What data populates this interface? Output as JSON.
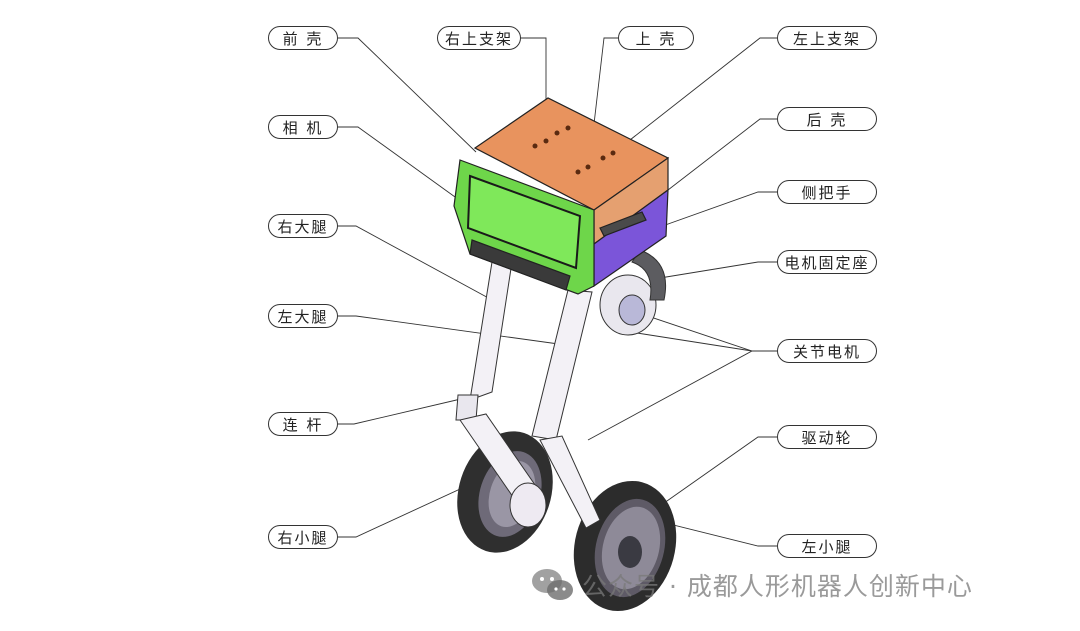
{
  "diagram": {
    "type": "exploded-component-callout",
    "subject": "wheel-legged robot",
    "labels": {
      "front_shell": "前 壳",
      "right_upper_bracket": "右上支架",
      "top_shell": "上 壳",
      "left_upper_bracket": "左上支架",
      "camera": "相 机",
      "rear_shell": "后 壳",
      "side_handle": "侧把手",
      "right_thigh": "右大腿",
      "motor_mount": "电机固定座",
      "left_thigh": "左大腿",
      "joint_motor": "关节电机",
      "linkage": "连 杆",
      "drive_wheel": "驱动轮",
      "right_shank": "右小腿",
      "left_shank": "左小腿"
    },
    "colors": {
      "top_shell": "#E8935E",
      "front_shell": "#6ED64A",
      "rear_shell": "#7B55D9",
      "legs": "#F2F0F5",
      "tire": "#2E2E2E",
      "hub": "#8E8A98",
      "line": "#333333"
    }
  },
  "watermark": {
    "text": "公众号 · 成都人形机器人创新中心",
    "icon": "wechat-icon"
  }
}
